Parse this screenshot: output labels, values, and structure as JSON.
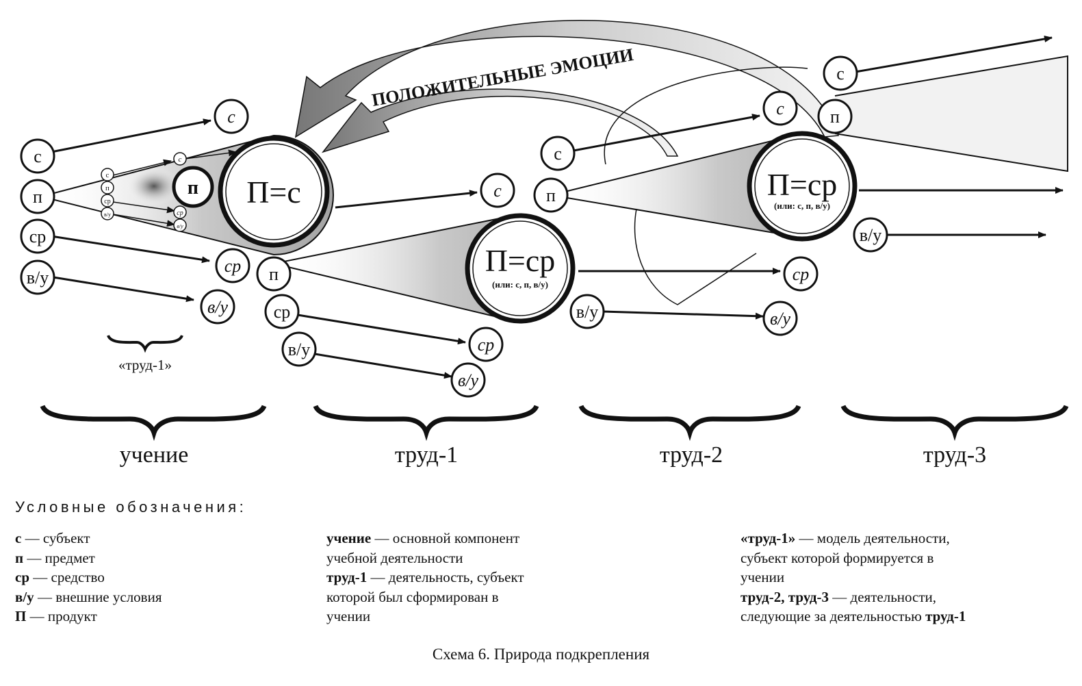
{
  "diagram": {
    "emotion_label": "ПОЛОЖИТЕЛЬНЫЕ ЭМОЦИИ",
    "product_labels": {
      "learning": "П=с",
      "work1": "П=ср",
      "work2": "П=ср",
      "or_note": "(или: с, п, в/у)"
    },
    "small_brace_label": "«труд-1»",
    "node_letters": {
      "subject": "с",
      "object": "п",
      "means": "ср",
      "conditions": "в/у",
      "object_inner": "п"
    },
    "phases": [
      "учение",
      "труд-1",
      "труд-2",
      "труд-3"
    ]
  },
  "legend": {
    "title": "Условные обозначения:",
    "col1": [
      {
        "term": "с",
        "text": " — субъект"
      },
      {
        "term": "п",
        "text": " — предмет"
      },
      {
        "term": "ср",
        "text": " — средство"
      },
      {
        "term": "в/у",
        "text": " — внешние условия"
      },
      {
        "term": "П",
        "text": " — продукт"
      }
    ],
    "col2": [
      {
        "term": "учение",
        "text": " — основной компонент"
      },
      {
        "term": "",
        "text": "учебной деятельности"
      },
      {
        "term": "труд-1",
        "text": " — деятельность, субъект"
      },
      {
        "term": "",
        "text": "которой был сформирован в"
      },
      {
        "term": "",
        "text": "учении"
      }
    ],
    "col3": [
      {
        "term": "«труд-1»",
        "text": " — модель деятельности,"
      },
      {
        "term": "",
        "text": "субъект которой формируется в"
      },
      {
        "term": "",
        "text": "учении"
      },
      {
        "term": "труд-2, труд-3",
        "text": " — деятельности,"
      },
      {
        "term": "",
        "text": "следующие за деятельностью ",
        "term2": "труд-1"
      }
    ]
  },
  "caption": "Схема 6. Природа подкрепления"
}
